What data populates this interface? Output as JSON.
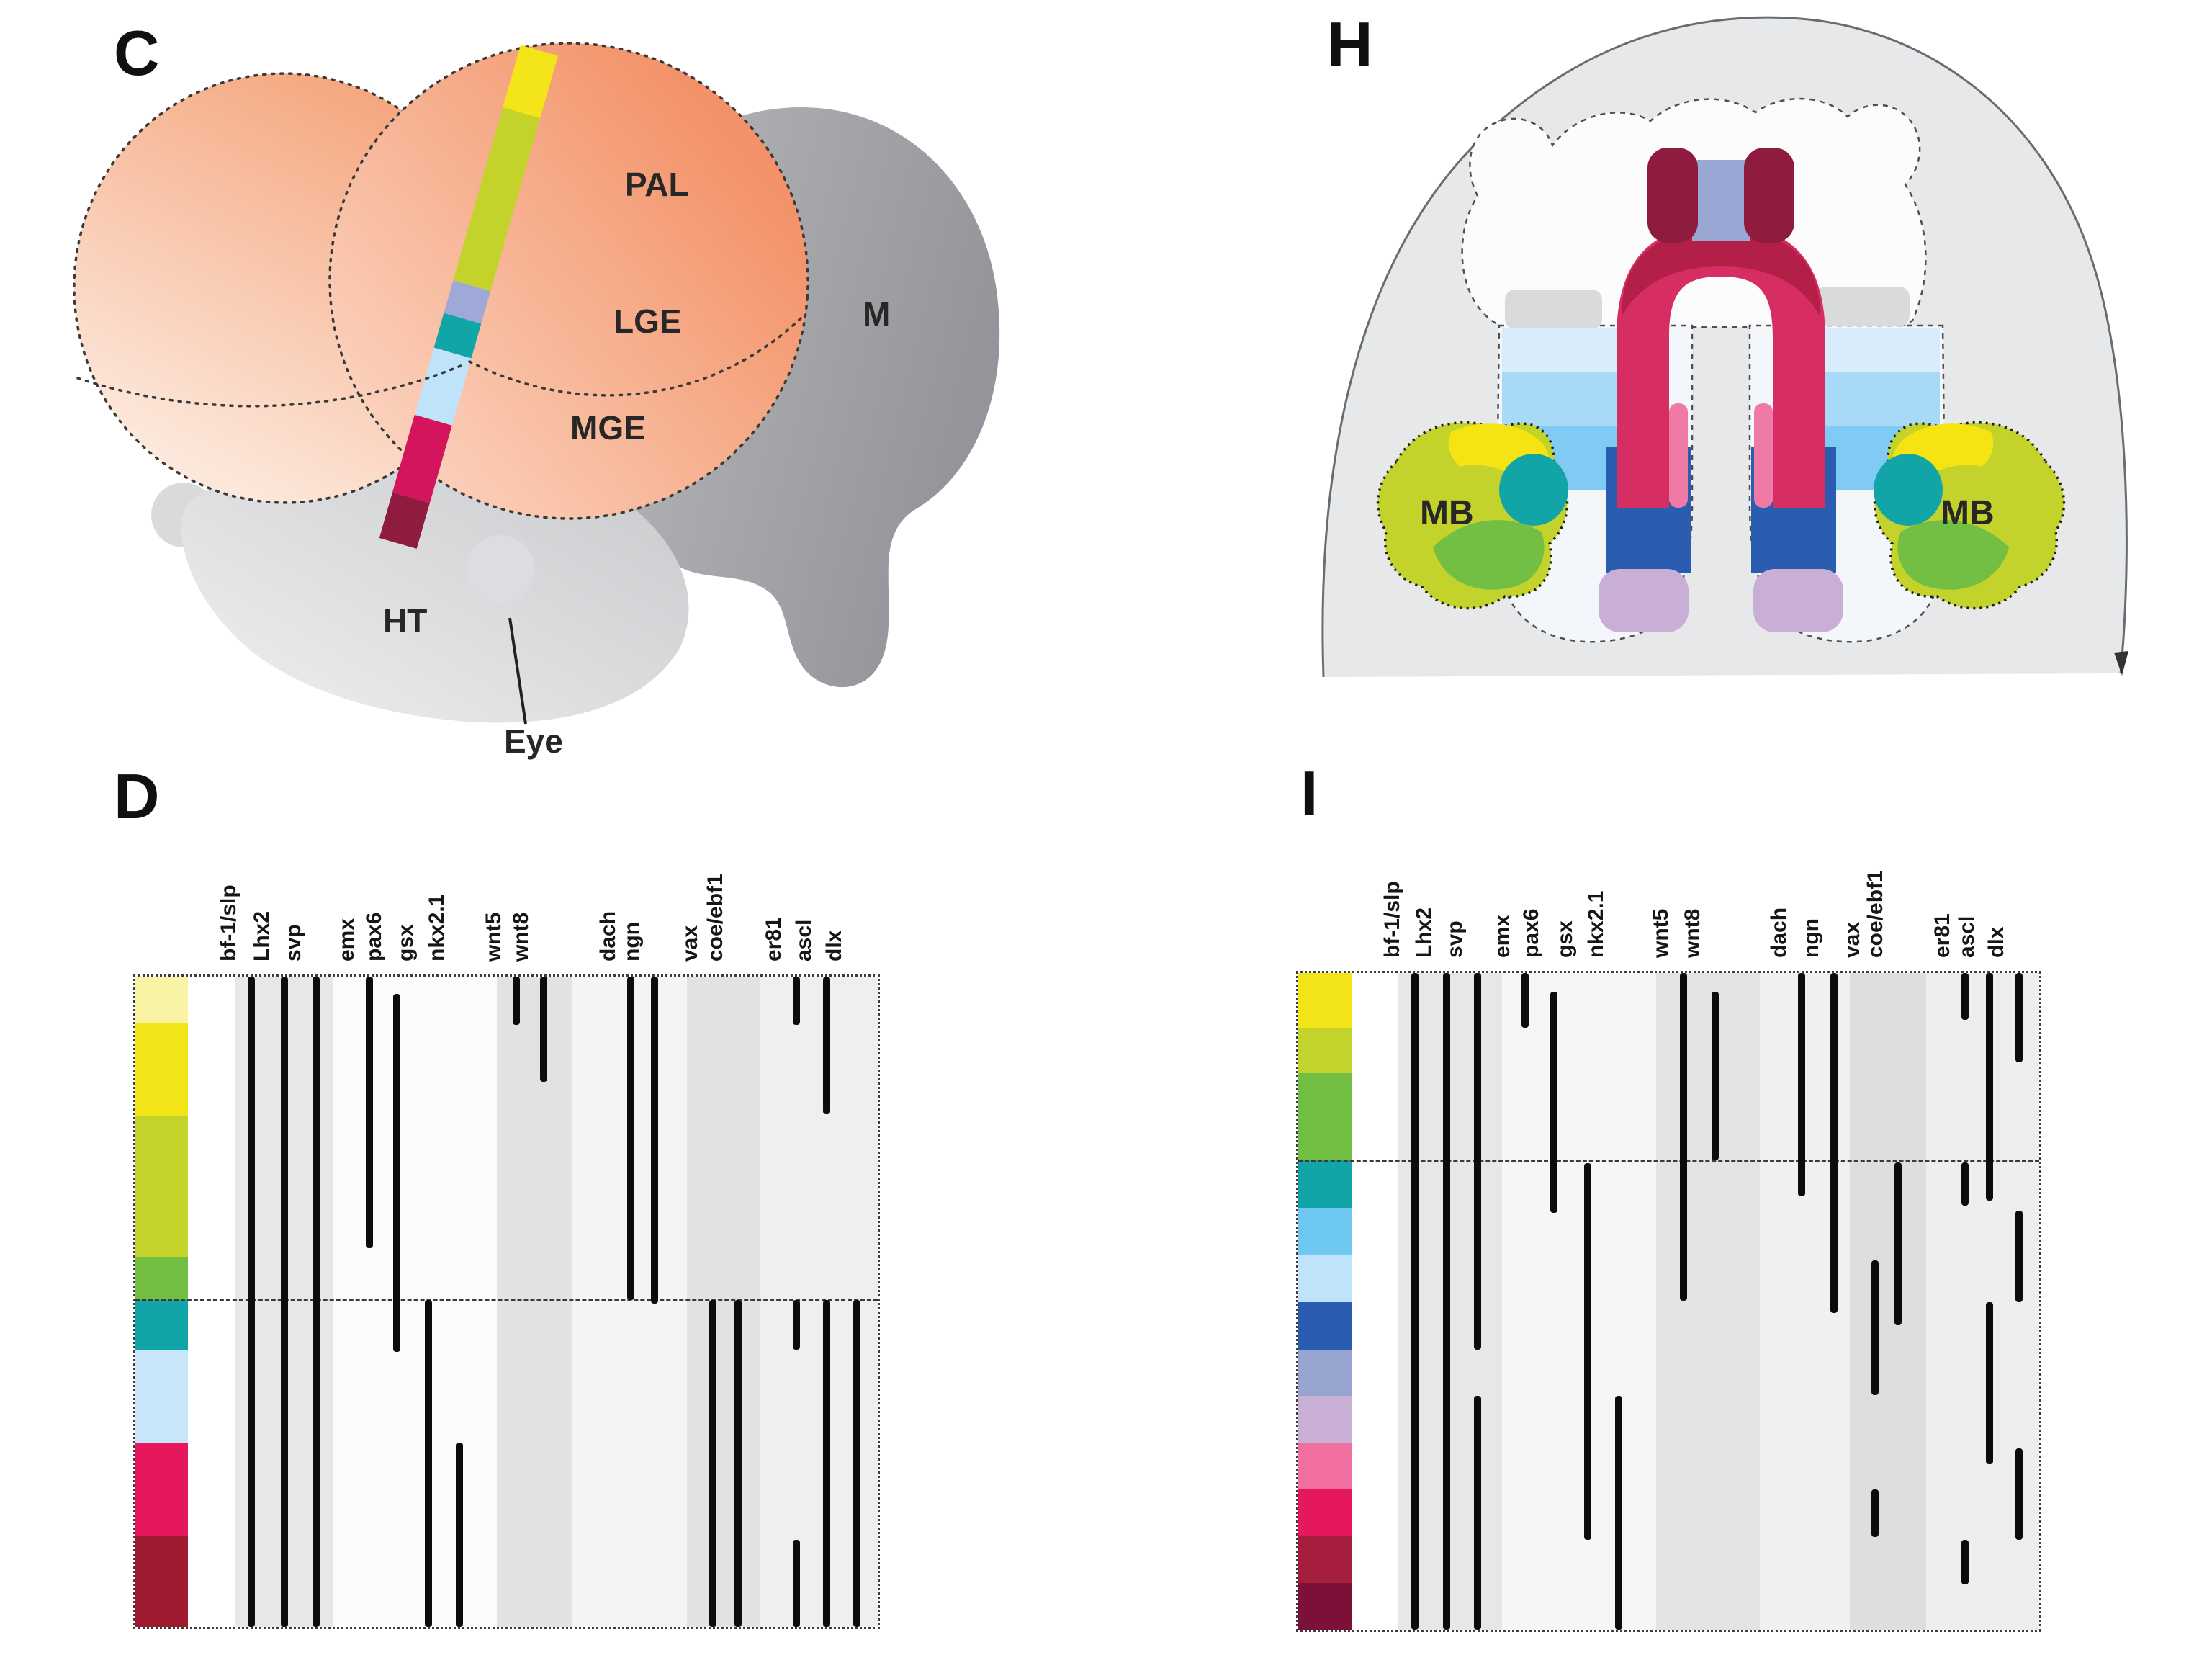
{
  "panel_letters": {
    "c": "C",
    "h": "H",
    "d": "D",
    "i": "I"
  },
  "diagram_c": {
    "labels": {
      "pal": "PAL",
      "lge": "LGE",
      "mge": "MGE",
      "m": "M",
      "ht": "HT",
      "eye": "Eye"
    },
    "stripe_colors": [
      "#f3e518",
      "#c3d32b",
      "#a0a8d8",
      "#12a5a8",
      "#bfe3fa",
      "#d5145e",
      "#8f1b3f"
    ],
    "brain_color_top": "#f39a6e",
    "brain_color_fade": "#fde9dd",
    "midbrain_gray": "#a2a4a7",
    "hypothalamus_gray": "#d4d5d7"
  },
  "diagram_h": {
    "labels": {
      "mb_left": "MB",
      "mb_right": "MB"
    },
    "region_colors": {
      "dome": "#e7e8e9",
      "periwinkle": "#9aa7d4",
      "maroon": "#8f1b3f",
      "arch_main": "#d62e62",
      "arch_dark": "#b41f47",
      "arch_pink": "#ef7aa5",
      "pale_blue": "#d8ecfb",
      "light_blue": "#a8d9f7",
      "sky_blue": "#7fcbf3",
      "royal_blue": "#2a5cb0",
      "lilac": "#c9afd6",
      "mb_yellow": "#f5e411",
      "mb_pear": "#c3d32b",
      "mb_green": "#72bf44",
      "mb_teal": "#12a5a8"
    }
  },
  "matrices": [
    {
      "id": "D",
      "section_split": 0.497,
      "column_groups": [
        {
          "start": 0.135,
          "end": 0.267,
          "color": "#e7e7e7"
        },
        {
          "start": 0.267,
          "end": 0.487,
          "color": "#fbfbfb"
        },
        {
          "start": 0.487,
          "end": 0.588,
          "color": "#e2e2e2"
        },
        {
          "start": 0.588,
          "end": 0.743,
          "color": "#f4f4f4"
        },
        {
          "start": 0.743,
          "end": 0.842,
          "color": "#e2e2e2"
        },
        {
          "start": 0.842,
          "end": 1.0,
          "color": "#efefef"
        }
      ],
      "rows": [
        {
          "color": "#f9f3a6",
          "start": 0.0,
          "end": 0.072
        },
        {
          "color": "#f3e518",
          "start": 0.072,
          "end": 0.215
        },
        {
          "color": "#c3d32b",
          "start": 0.215,
          "end": 0.431
        },
        {
          "color": "#72bf44",
          "start": 0.431,
          "end": 0.497
        },
        {
          "color": "#12a5a8",
          "start": 0.497,
          "end": 0.574
        },
        {
          "color": "#c7e7f8",
          "start": 0.574,
          "end": 0.717
        },
        {
          "color": "#e5185e",
          "start": 0.717,
          "end": 0.86
        },
        {
          "color": "#9e1b32",
          "start": 0.86,
          "end": 1.0
        }
      ],
      "columns": [
        {
          "gene": "bf-1/slp",
          "x": 0.156,
          "bars": [
            [
              0,
              1
            ]
          ]
        },
        {
          "gene": "Lhx2",
          "x": 0.201,
          "bars": [
            [
              0,
              1
            ]
          ]
        },
        {
          "gene": "svp",
          "x": 0.243,
          "bars": [
            [
              0,
              1
            ]
          ]
        },
        {
          "gene": "emx",
          "x": 0.315,
          "bars": [
            [
              0,
              0.418
            ]
          ]
        },
        {
          "gene": "pax6",
          "x": 0.352,
          "bars": [
            [
              0.027,
              0.577
            ]
          ]
        },
        {
          "gene": "gsx",
          "x": 0.395,
          "bars": [
            [
              0.497,
              1
            ]
          ]
        },
        {
          "gene": "nkx2.1",
          "x": 0.436,
          "bars": [
            [
              0.717,
              1
            ]
          ]
        },
        {
          "gene": "wnt5",
          "x": 0.513,
          "bars": [
            [
              0,
              0.074
            ]
          ]
        },
        {
          "gene": "wnt8",
          "x": 0.55,
          "bars": [
            [
              0,
              0.162
            ]
          ]
        },
        {
          "gene": "dach",
          "x": 0.667,
          "bars": [
            [
              0,
              0.497
            ]
          ]
        },
        {
          "gene": "ngn",
          "x": 0.699,
          "bars": [
            [
              0,
              0.503
            ]
          ]
        },
        {
          "gene": "vax",
          "x": 0.778,
          "bars": [
            [
              0.497,
              1
            ]
          ]
        },
        {
          "gene": "coe/ebf1",
          "x": 0.812,
          "bars": [
            [
              0.497,
              1
            ]
          ]
        },
        {
          "gene": "er81",
          "x": 0.89,
          "bars": [
            [
              0,
              0.074
            ],
            [
              0.497,
              0.574
            ],
            [
              0.866,
              1
            ]
          ]
        },
        {
          "gene": "ascl",
          "x": 0.931,
          "bars": [
            [
              0,
              0.212
            ],
            [
              0.497,
              1
            ]
          ]
        },
        {
          "gene": "dlx",
          "x": 0.972,
          "bars": [
            [
              0.497,
              1
            ]
          ]
        }
      ]
    },
    {
      "id": "I",
      "section_split": 0.285,
      "column_groups": [
        {
          "start": 0.135,
          "end": 0.275,
          "color": "#e7e7e7"
        },
        {
          "start": 0.275,
          "end": 0.483,
          "color": "#f6f6f6"
        },
        {
          "start": 0.483,
          "end": 0.623,
          "color": "#e3e3e3"
        },
        {
          "start": 0.623,
          "end": 0.744,
          "color": "#f0f0f0"
        },
        {
          "start": 0.744,
          "end": 0.847,
          "color": "#dedede"
        },
        {
          "start": 0.847,
          "end": 1.0,
          "color": "#eeeeee"
        }
      ],
      "rows": [
        {
          "color": "#f3e518",
          "start": 0.0,
          "end": 0.083
        },
        {
          "color": "#c3d32b",
          "start": 0.083,
          "end": 0.152
        },
        {
          "color": "#72bf44",
          "start": 0.152,
          "end": 0.285
        },
        {
          "color": "#12a5a8",
          "start": 0.285,
          "end": 0.358
        },
        {
          "color": "#6ec8f2",
          "start": 0.358,
          "end": 0.43
        },
        {
          "color": "#bfe3fa",
          "start": 0.43,
          "end": 0.501
        },
        {
          "color": "#2a5cb0",
          "start": 0.501,
          "end": 0.573
        },
        {
          "color": "#97a4d0",
          "start": 0.573,
          "end": 0.644
        },
        {
          "color": "#c9afd6",
          "start": 0.644,
          "end": 0.715
        },
        {
          "color": "#f06ea0",
          "start": 0.715,
          "end": 0.786
        },
        {
          "color": "#e5185e",
          "start": 0.786,
          "end": 0.857
        },
        {
          "color": "#a61e3e",
          "start": 0.857,
          "end": 0.929
        },
        {
          "color": "#7c1038",
          "start": 0.929,
          "end": 1.0
        }
      ],
      "columns": [
        {
          "gene": "bf-1/slp",
          "x": 0.157,
          "bars": [
            [
              0,
              1
            ]
          ]
        },
        {
          "gene": "Lhx2",
          "x": 0.2,
          "bars": [
            [
              0,
              1
            ]
          ]
        },
        {
          "gene": "svp",
          "x": 0.242,
          "bars": [
            [
              0,
              0.573
            ],
            [
              0.644,
              1
            ]
          ]
        },
        {
          "gene": "emx",
          "x": 0.306,
          "bars": [
            [
              0,
              0.083
            ]
          ]
        },
        {
          "gene": "pax6",
          "x": 0.345,
          "bars": [
            [
              0.029,
              0.365
            ]
          ]
        },
        {
          "gene": "gsx",
          "x": 0.391,
          "bars": [
            [
              0.289,
              0.863
            ]
          ]
        },
        {
          "gene": "nkx2.1",
          "x": 0.432,
          "bars": [
            [
              0.644,
              1
            ]
          ]
        },
        {
          "gene": "wnt5",
          "x": 0.52,
          "bars": [
            [
              0,
              0.499
            ]
          ]
        },
        {
          "gene": "wnt8",
          "x": 0.563,
          "bars": [
            [
              0.029,
              0.285
            ]
          ]
        },
        {
          "gene": "dach",
          "x": 0.679,
          "bars": [
            [
              0,
              0.34
            ]
          ]
        },
        {
          "gene": "ngn",
          "x": 0.723,
          "bars": [
            [
              0,
              0.517
            ]
          ]
        },
        {
          "gene": "vax",
          "x": 0.778,
          "bars": [
            [
              0.438,
              0.642
            ],
            [
              0.786,
              0.859
            ]
          ]
        },
        {
          "gene": "coe/ebf1",
          "x": 0.81,
          "bars": [
            [
              0.288,
              0.536
            ]
          ]
        },
        {
          "gene": "er81",
          "x": 0.9,
          "bars": [
            [
              0,
              0.071
            ],
            [
              0.288,
              0.354
            ],
            [
              0.863,
              0.931
            ]
          ]
        },
        {
          "gene": "ascl",
          "x": 0.933,
          "bars": [
            [
              0,
              0.347
            ],
            [
              0.501,
              0.748
            ]
          ]
        },
        {
          "gene": "dlx",
          "x": 0.973,
          "bars": [
            [
              0,
              0.136
            ],
            [
              0.362,
              0.501
            ],
            [
              0.724,
              0.863
            ]
          ]
        }
      ]
    }
  ]
}
